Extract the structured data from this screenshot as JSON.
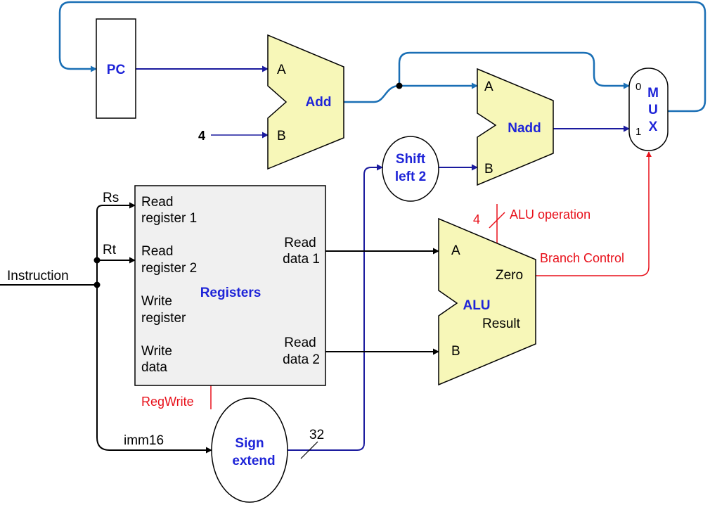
{
  "colors": {
    "block_fill": "#f7f7b8",
    "register_fill": "#f0f0f0",
    "blue_wire": "#1a6fb5",
    "dark_wire": "#1a1a9e",
    "black_wire": "#000000",
    "control": "#e8101a",
    "label_blue": "#1e24d8"
  },
  "pc": {
    "label": "PC"
  },
  "add": {
    "label": "Add",
    "in_a": "A",
    "in_b": "B",
    "const_input": "4"
  },
  "nadd": {
    "label": "Nadd",
    "in_a": "A",
    "in_b": "B"
  },
  "shift": {
    "line1": "Shift",
    "line2": "left 2"
  },
  "mux": {
    "letters": [
      "M",
      "U",
      "X"
    ],
    "in0": "0",
    "in1": "1"
  },
  "registers": {
    "title": "Registers",
    "read_reg1": [
      "Read",
      "register 1"
    ],
    "read_reg2": [
      "Read",
      "register 2"
    ],
    "write_reg": [
      "Write",
      "register"
    ],
    "write_data": [
      "Write",
      "data"
    ],
    "read_data1": [
      "Read",
      "data 1"
    ],
    "read_data2": [
      "Read",
      "data 2"
    ],
    "regwrite": "RegWrite"
  },
  "alu": {
    "label": "ALU",
    "in_a": "A",
    "in_b": "B",
    "zero": "Zero",
    "result": "Result",
    "op_width": "4",
    "operation": "ALU operation"
  },
  "sign_extend": {
    "line1": "Sign",
    "line2": "extend",
    "width": "32"
  },
  "instruction": {
    "label": "Instruction",
    "rs": "Rs",
    "rt": "Rt",
    "imm": "imm16"
  },
  "branch_control": "Branch Control"
}
